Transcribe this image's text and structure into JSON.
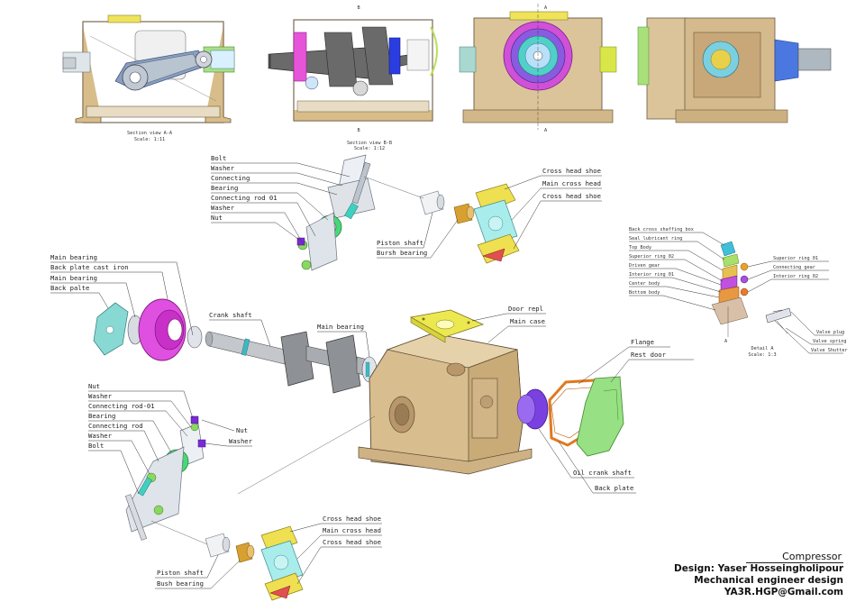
{
  "views": {
    "section_label": "A-A",
    "section_b": "B",
    "section_a": "A",
    "caption_a1": "Section view A-A",
    "caption_a2": "Scale: 1:11",
    "caption_b1": "Section view B-B",
    "caption_b2": "Scale: 1:12"
  },
  "connecting_rod_top": {
    "labels": [
      "Bolt",
      "Washer",
      "Connecting",
      "Bearing",
      "Connecting rod 01",
      "Washer",
      "Nut"
    ]
  },
  "piston_top": {
    "piston_shaft": "Piston shaft",
    "bush_bearing": "Bursh bearing",
    "labels": [
      "Cross head shoe",
      "Main cross head",
      "Cross head shoe"
    ]
  },
  "left_group": {
    "labels": [
      "Main bearing",
      "Back plate cast iron",
      "Main bearing",
      "Back palte"
    ]
  },
  "center": {
    "crank_shaft": "Crank shaft",
    "main_bearing": "Main bearing",
    "door_rep": "Door repl",
    "main_case": "Main case",
    "flange": "Flange",
    "rest_door": "Rest door",
    "oil_crank_shaft": "Oil crank shaft",
    "back_plate": "Back plate"
  },
  "connecting_rod_bottom": {
    "labels": [
      "Nut",
      "Washer",
      "Connecting rod-01",
      "Bearing",
      "Connecting rod",
      "Washer",
      "Bolt"
    ],
    "nut": "Nut",
    "washer": "Washer"
  },
  "piston_bottom": {
    "piston_shaft": "Piston shaft",
    "bush_bearing": "Bush bearing",
    "labels": [
      "Cross head shoe",
      "Main cross head",
      "Cross head shoe"
    ]
  },
  "valve_group": {
    "labels": [
      "Back cross shaffing box",
      "Seal lubricant ring",
      "Top Body",
      "Superior ring 02",
      "Driven gear",
      "Interior ring 01",
      "Center body",
      "Bottom body"
    ],
    "right_labels": [
      "Superior ring 01",
      "Connecting gear",
      "Interior ring 02"
    ],
    "valve_labels": [
      "Valve plug",
      "Valve spring",
      "Valve Shutter"
    ],
    "detail_label": "A",
    "detail_caption1": "Detail A",
    "detail_caption2": "Scale: 1:3"
  },
  "title_block": {
    "title": "Compressor",
    "design": "Design: Yaser Hosseingholipour",
    "role": "Mechanical engineer design",
    "email": "YA3R.HGP@Gmail.com"
  }
}
